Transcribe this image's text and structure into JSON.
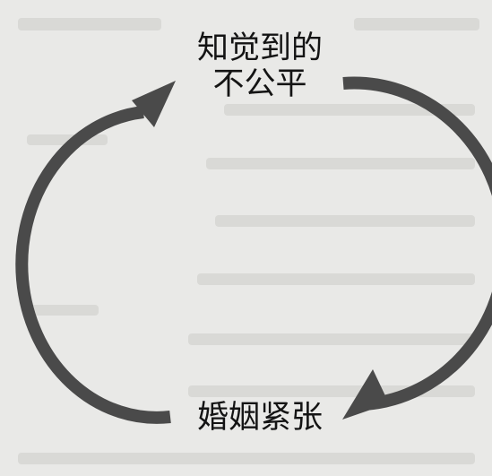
{
  "diagram": {
    "nodes": {
      "top": {
        "line1": "知觉到的",
        "line2": "不公平"
      },
      "bottom": {
        "label": "婚姻紧张"
      }
    },
    "arrows": [
      {
        "from": "top",
        "to": "bottom",
        "side": "right"
      },
      {
        "from": "bottom",
        "to": "top",
        "side": "left"
      }
    ],
    "colors": {
      "background": "#e9e9e7",
      "arrow": "#4a4a4a",
      "text": "#141414"
    }
  }
}
